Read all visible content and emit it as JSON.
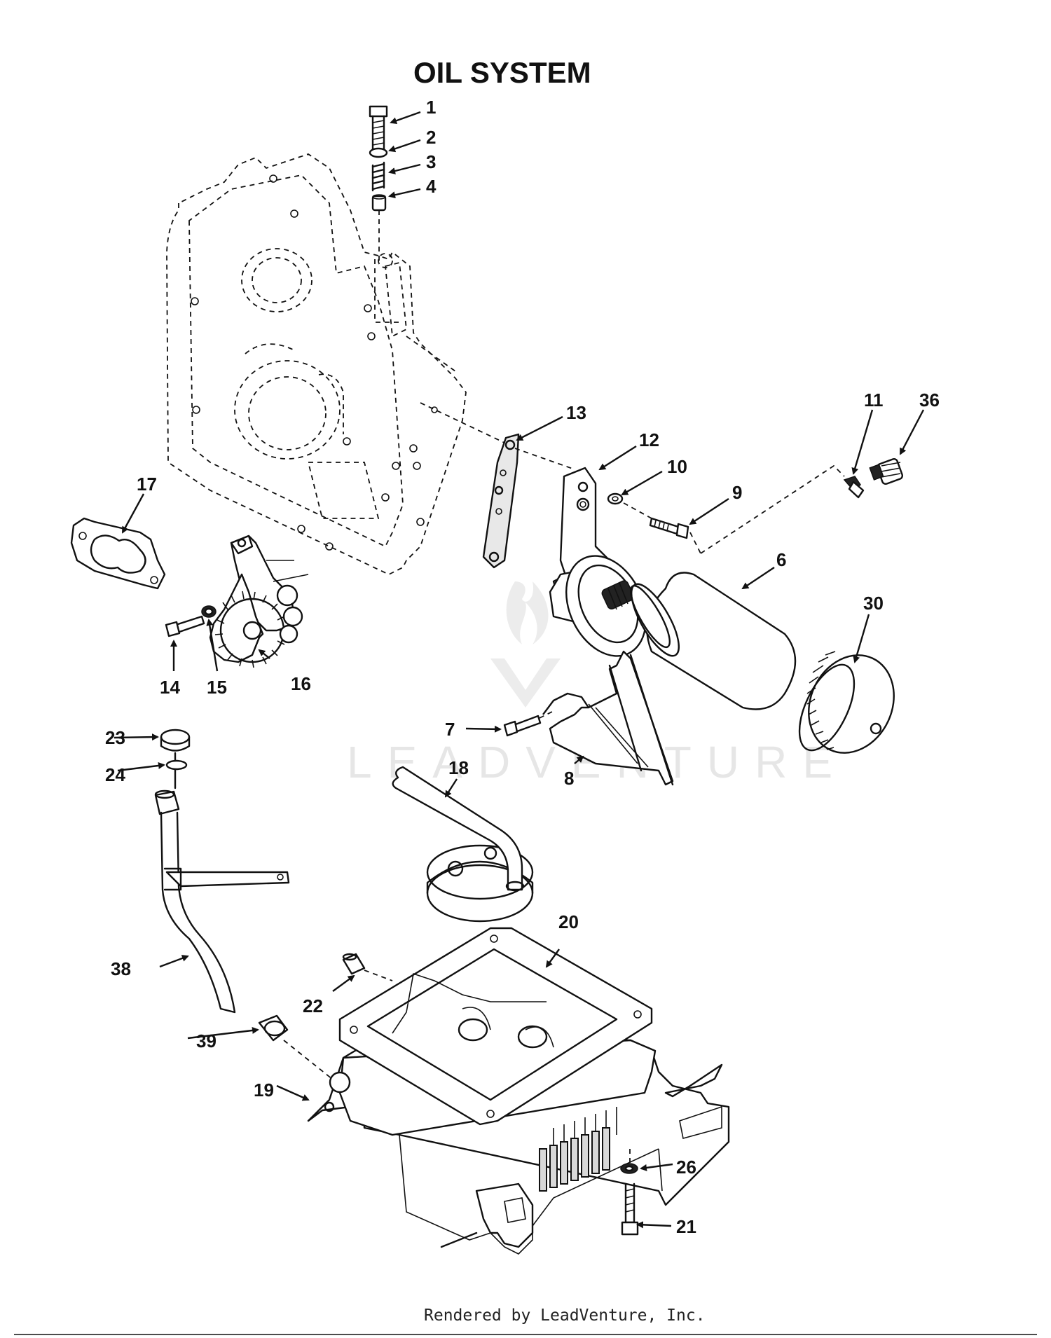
{
  "title": "OIL SYSTEM",
  "footer": "Rendered by LeadVenture, Inc.",
  "watermark": "LEADVENTURE",
  "callouts": {
    "c1": "1",
    "c2": "2",
    "c3": "3",
    "c4": "4",
    "c6": "6",
    "c7": "7",
    "c8": "8",
    "c9": "9",
    "c10": "10",
    "c11": "11",
    "c12": "12",
    "c13": "13",
    "c14": "14",
    "c15": "15",
    "c16": "16",
    "c17": "17",
    "c18": "18",
    "c19": "19",
    "c20": "20",
    "c21": "21",
    "c22": "22",
    "c23": "23",
    "c24": "24",
    "c26": "26",
    "c30": "30",
    "c36": "36",
    "c38": "38",
    "c39": "39"
  }
}
